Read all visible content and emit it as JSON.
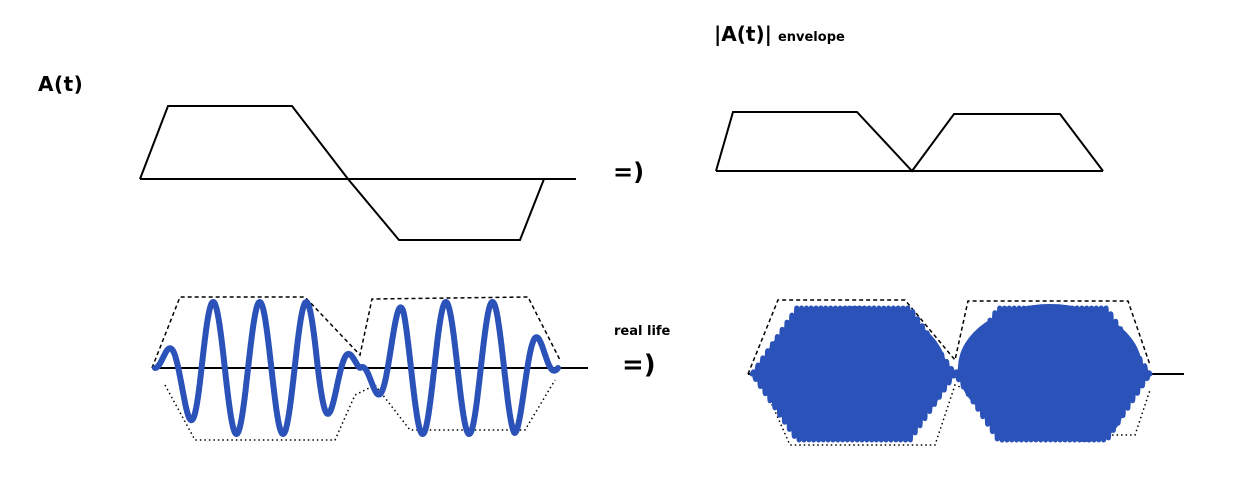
{
  "labels": {
    "a_of_t": "A(t)",
    "envelope_main": "|A(t)|",
    "envelope_suffix": "envelope",
    "real_life": "real life",
    "arrow_top": "=)",
    "arrow_bottom": "=)"
  },
  "colors": {
    "ink": "#000000",
    "wave": "#2a52b8",
    "background": "#ffffff"
  }
}
